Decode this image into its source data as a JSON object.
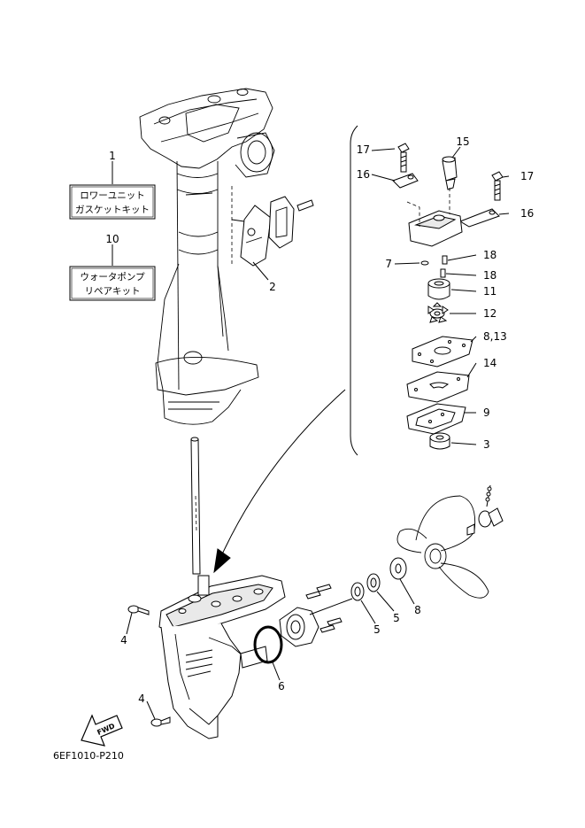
{
  "callouts": {
    "c1": "1",
    "c2": "2",
    "c3": "3",
    "c4a": "4",
    "c4b": "4",
    "c5a": "5",
    "c5b": "5",
    "c6": "6",
    "c7": "7",
    "c8": "8",
    "c8_13": "8,13",
    "c9": "9",
    "c10": "10",
    "c11": "11",
    "c12": "12",
    "c14": "14",
    "c15": "15",
    "c16a": "16",
    "c16b": "16",
    "c17a": "17",
    "c17b": "17",
    "c18a": "18",
    "c18b": "18"
  },
  "kits": {
    "lower_unit_gasket_kit": {
      "line1": "ロワーユニット",
      "line2": "ガスケットキット"
    },
    "water_pump_repair_kit": {
      "line1": "ウォータポンプ",
      "line2": "リペアキット"
    }
  },
  "fwd_label": "FWD",
  "diagram_code": "6EF1010-P210"
}
